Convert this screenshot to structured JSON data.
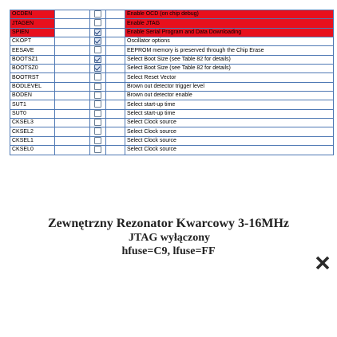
{
  "fuses": [
    {
      "name": "OCDEN",
      "checked": false,
      "highlight": true,
      "desc": "Enable OCD (on chip debug)"
    },
    {
      "name": "JTAGEN",
      "checked": false,
      "highlight": true,
      "desc": "Enable JTAG"
    },
    {
      "name": "SPIEN",
      "checked": true,
      "highlight": true,
      "desc": "Enable Serial Program and Data Downloading"
    },
    {
      "name": "CKOPT",
      "checked": true,
      "highlight": false,
      "desc": "Oscillator options"
    },
    {
      "name": "EESAVE",
      "checked": false,
      "highlight": false,
      "desc": "EEPROM memory is preserved through the Chip Erase"
    },
    {
      "name": "BOOTSZ1",
      "checked": true,
      "highlight": false,
      "desc": "Select Boot Size (see Table 82 for details)"
    },
    {
      "name": "BOOTSZ0",
      "checked": true,
      "highlight": false,
      "desc": "Select Boot Size (see Table 82 for details)"
    },
    {
      "name": "BOOTRST",
      "checked": false,
      "highlight": false,
      "desc": "Select Reset Vector"
    },
    {
      "name": "BODLEVEL",
      "checked": false,
      "highlight": false,
      "desc": "Brown out detector trigger level"
    },
    {
      "name": "BODEN",
      "checked": false,
      "highlight": false,
      "desc": "Brown out detector enable"
    },
    {
      "name": "SUT1",
      "checked": false,
      "highlight": false,
      "desc": "Select start-up time"
    },
    {
      "name": "SUT0",
      "checked": false,
      "highlight": false,
      "desc": "Select start-up time"
    },
    {
      "name": "CKSEL3",
      "checked": false,
      "highlight": false,
      "desc": "Select Clock source"
    },
    {
      "name": "CKSEL2",
      "checked": false,
      "highlight": false,
      "desc": "Select Clock source"
    },
    {
      "name": "CKSEL1",
      "checked": false,
      "highlight": false,
      "desc": "Select Clock source"
    },
    {
      "name": "CKSEL0",
      "checked": false,
      "highlight": false,
      "desc": "Select Clock source"
    }
  ],
  "caption": {
    "line1": "Zewnętrzny Rezonator Kwarcowy 3-16MHz",
    "line2": "JTAG wyłączony",
    "line3": "hfuse=C9, lfuse=FF"
  },
  "icons": {
    "close": "close-x-icon",
    "checkbox": "checkbox-icon"
  },
  "colors": {
    "highlight": "#e8101d",
    "border": "#4f79b4",
    "text": "#222222"
  }
}
